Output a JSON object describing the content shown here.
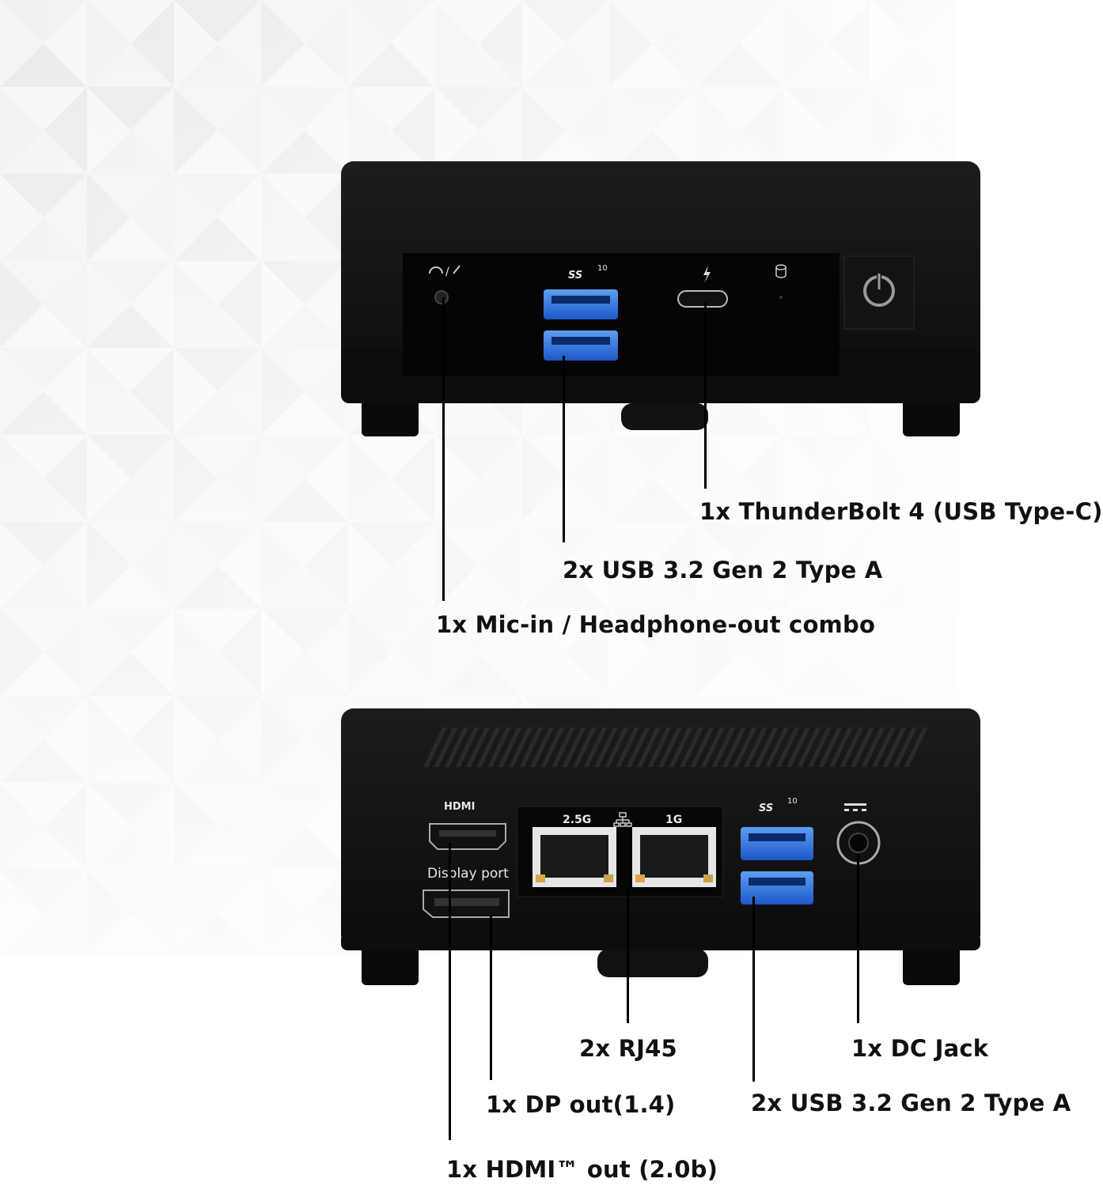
{
  "front_panel": {
    "ss_logo": "SS",
    "ss_speed": "10",
    "audio_icon": "headphone-mic-icon",
    "thunderbolt_icon": "lightning-icon",
    "storage_icon": "hdd-activity-icon",
    "power_icon": "power-icon"
  },
  "rear_panel": {
    "hdmi_logo": "HDMI",
    "displayport_label": "Display port",
    "lan_2_5g_label": "2.5G",
    "lan_1g_label": "1G",
    "lan_icon": "network-icon",
    "ss_logo": "SS",
    "ss_speed": "10",
    "dc_icon": "dc-power-icon"
  },
  "callouts": {
    "thunderbolt": "1x ThunderBolt 4 (USB Type-C)",
    "front_usb": "2x USB 3.2 Gen 2 Type A",
    "audio": "1x Mic-in / Headphone-out combo",
    "rj45": "2x RJ45",
    "dc_jack": "1x DC Jack",
    "dp_out": "1x DP out(1.4)",
    "rear_usb": "2x USB 3.2 Gen 2 Type A",
    "hdmi_out": "1x HDMI™ out (2.0b)"
  }
}
